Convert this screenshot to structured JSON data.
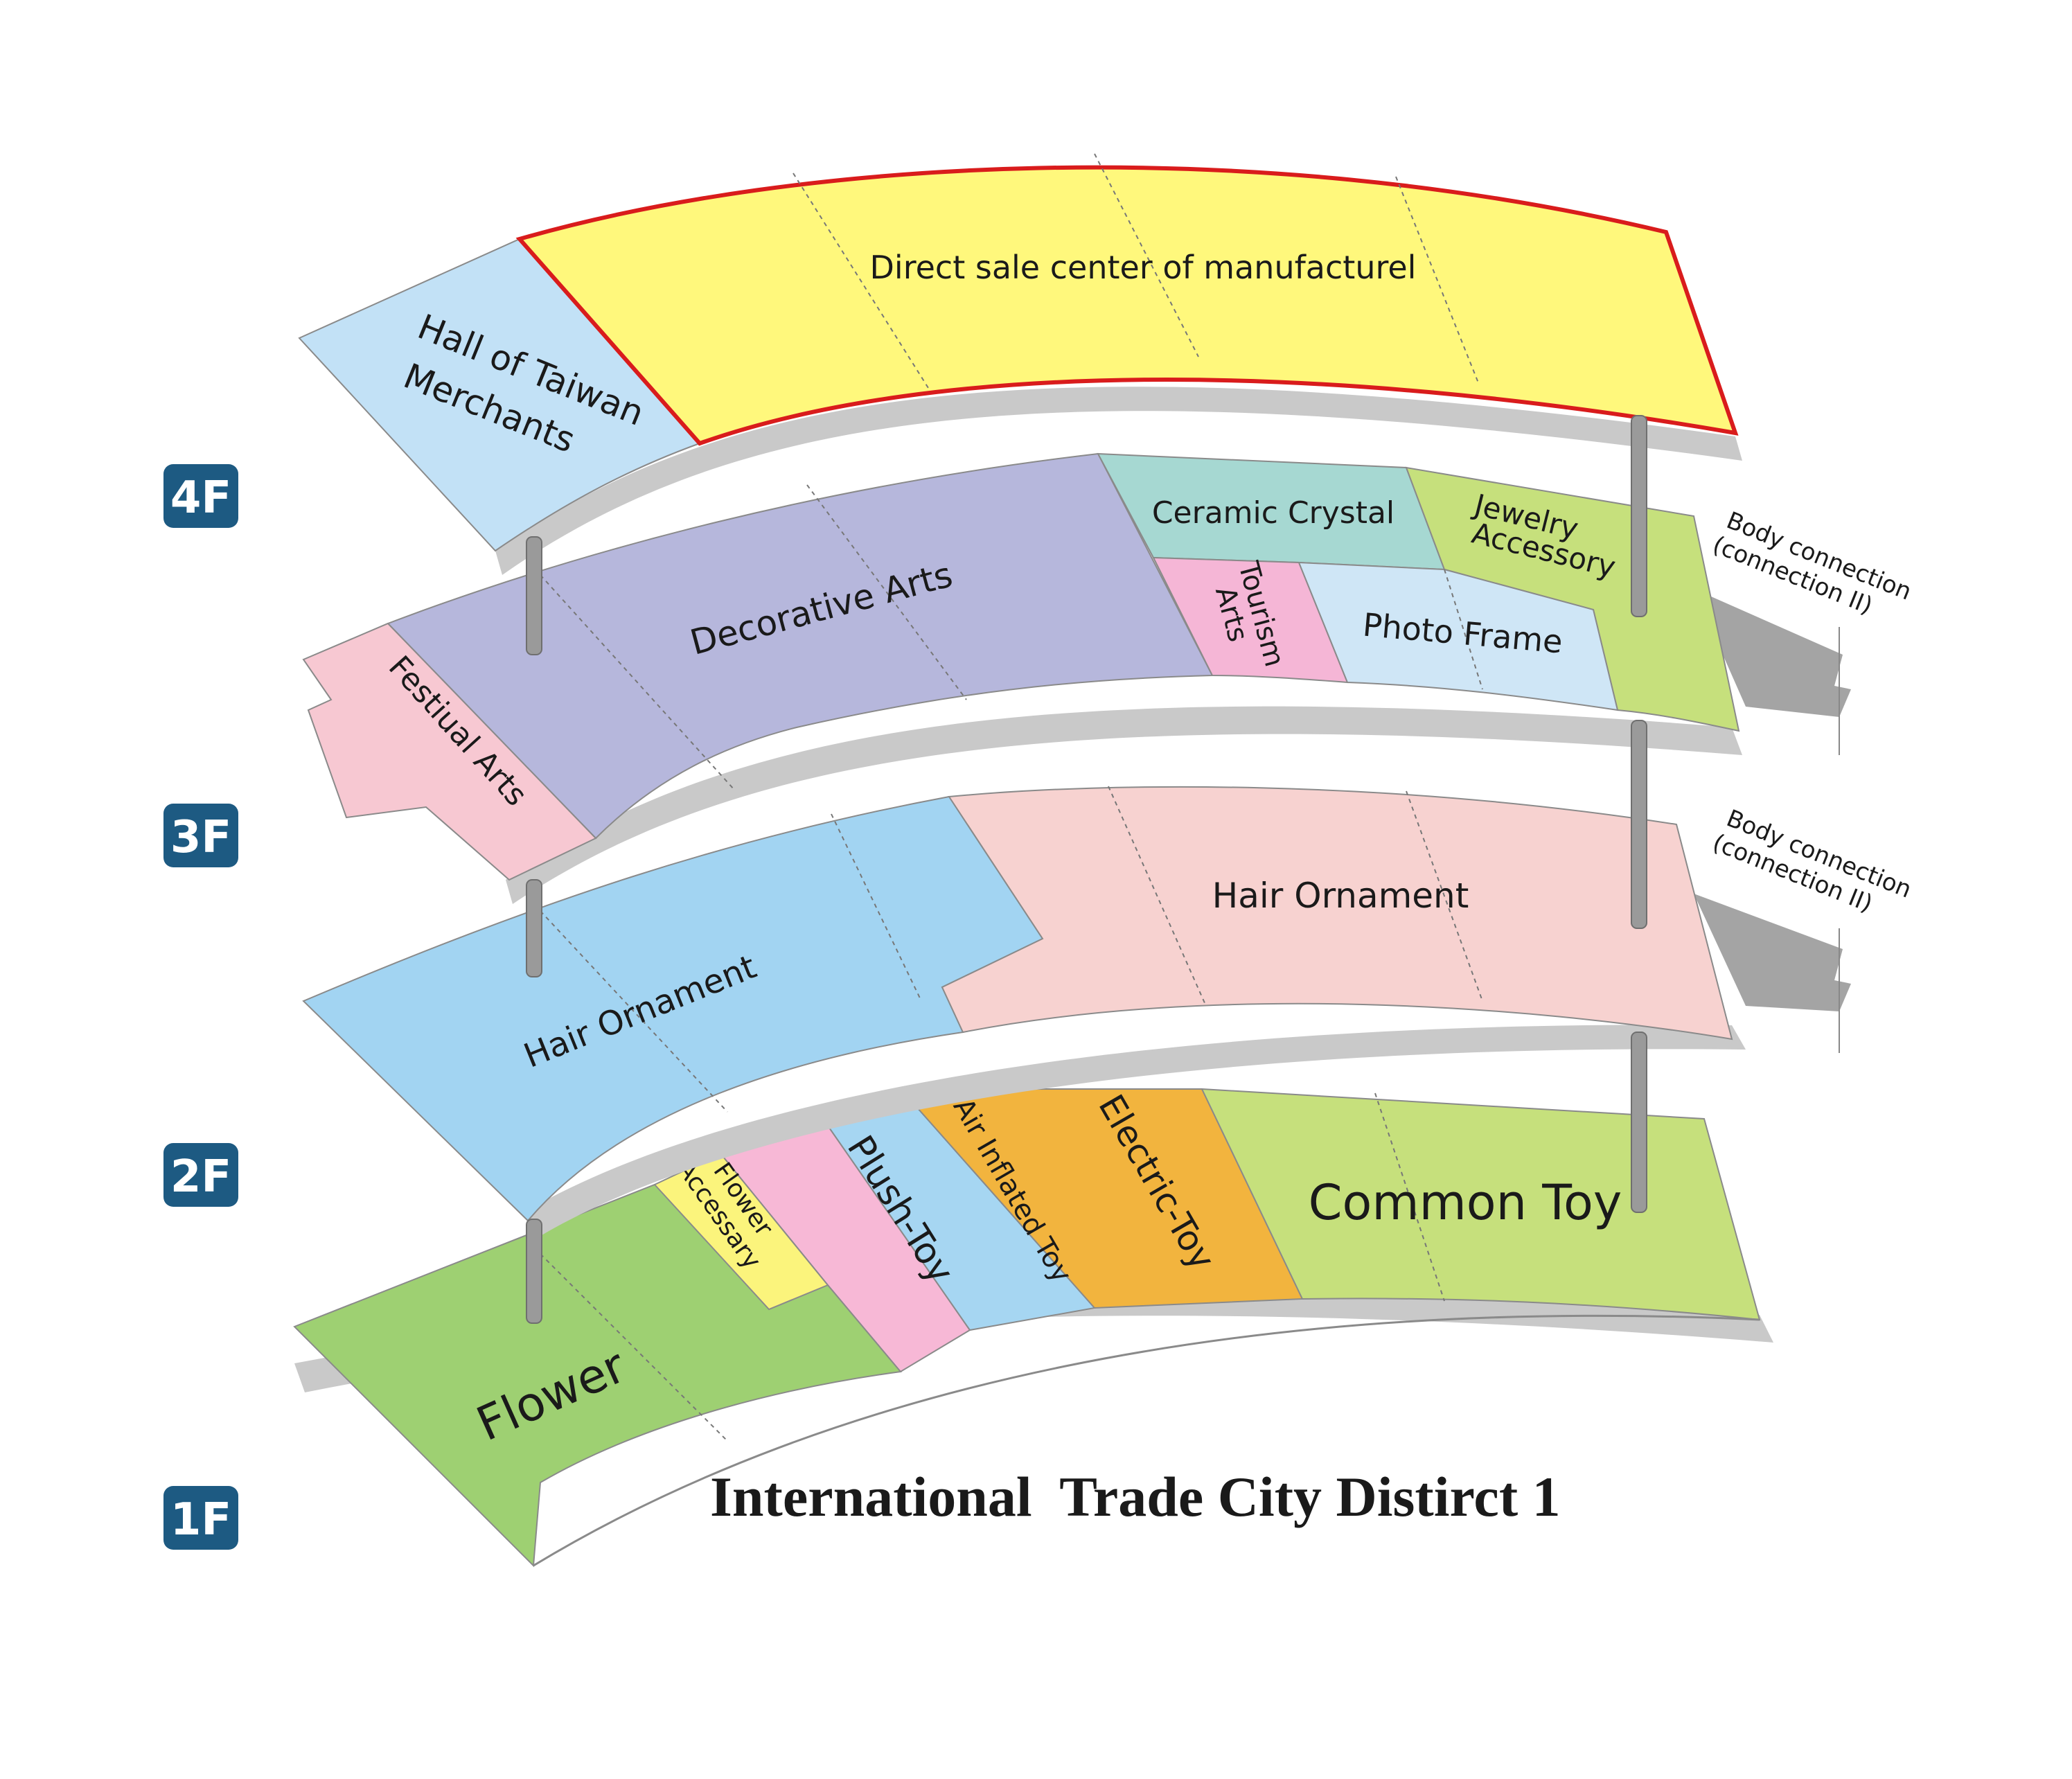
{
  "title": "International  Trade City Distirct 1",
  "floor_badges": [
    "4F",
    "3F",
    "2F",
    "1F"
  ],
  "floors": {
    "f4": {
      "zones": [
        {
          "label": "Hall of Taiwan",
          "label2": "Merchants",
          "color": "#c2e1f6"
        },
        {
          "label": "Direct sale center of manufacturel",
          "color": "#fff87c"
        }
      ]
    },
    "f3": {
      "zones": [
        {
          "label": "Festiual Arts",
          "color": "#f7c8d2"
        },
        {
          "label": "Decorative Arts",
          "color": "#b6b7dc"
        },
        {
          "label": "Ceramic Crystal",
          "color": "#a6d8d2"
        },
        {
          "label": "Jewelry",
          "label2": "Accessory",
          "color": "#c6e07c"
        },
        {
          "label": "Tourism",
          "label2": "Arts",
          "color": "#f5b6d6"
        },
        {
          "label": "Photo Frame",
          "color": "#cfe6f6"
        }
      ],
      "connection": {
        "line1": "Body connection",
        "line2": "(connection II)"
      }
    },
    "f2": {
      "zones": [
        {
          "label": "Hair Ornament",
          "color": "#a2d4f2"
        },
        {
          "label": "Hair Ornament",
          "color": "#f7d2d0"
        }
      ],
      "connection": {
        "line1": "Body connection",
        "line2": "(connection II)"
      }
    },
    "f1": {
      "zones": [
        {
          "label": "Flower",
          "color": "#9ed072"
        },
        {
          "label": "Flower",
          "label2": "Accessary",
          "color": "#fbf47c"
        },
        {
          "label": "Plush-Toy",
          "color": "#f7b8d6"
        },
        {
          "label": "Air Inflated Toy",
          "color": "#a6d6f2"
        },
        {
          "label": "Electric-Toy",
          "color": "#f2b43e"
        },
        {
          "label": "Common Toy",
          "color": "#c6e07c"
        }
      ]
    }
  },
  "colors": {
    "badge": "#1d5a82",
    "highlight_border": "#d91c1c",
    "pillar": "#9a9a9a",
    "bridge": "#a4a4a4",
    "shadow": "#c9c9c9"
  }
}
